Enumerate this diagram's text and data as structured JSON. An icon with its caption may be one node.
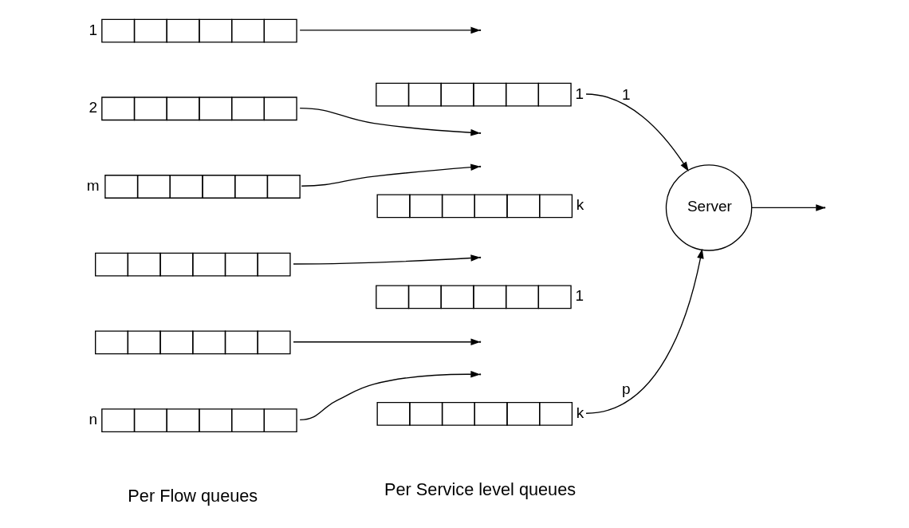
{
  "diagram": {
    "nodes": [
      {
        "text": [],
        "shape": "box",
        "beside": [
          "1"
        ]
      },
      {
        "text": [],
        "shape": "box",
        "beside": [
          "2"
        ]
      },
      {
        "text": [],
        "shape": "box",
        "beside": [
          "m"
        ]
      },
      {
        "text": [],
        "shape": "box",
        "beside": [
          "1"
        ]
      },
      {
        "text": [],
        "shape": "box",
        "beside": [
          "k"
        ]
      },
      {
        "text": [
          "Server"
        ]
      },
      {
        "text": [],
        "shape": "box"
      },
      {
        "text": [],
        "shape": "box"
      },
      {
        "text": [],
        "shape": "box",
        "beside": [
          "n"
        ]
      },
      {
        "text": [],
        "shape": "box",
        "beside": [
          "1"
        ]
      },
      {
        "text": [],
        "shape": "box",
        "beside": [
          "k"
        ]
      }
    ],
    "edges": [
      {
        "from": 0,
        "to": null,
        "arrow": "to"
      },
      {
        "from": 1,
        "to": null,
        "arrow": "to"
      },
      {
        "from": 2,
        "to": null,
        "arrow": "to"
      },
      {
        "from": 3,
        "to": 5,
        "arrow": "to",
        "label": "1"
      },
      {
        "from": 6,
        "to": null,
        "arrow": "to"
      },
      {
        "from": 7,
        "to": null,
        "arrow": "to"
      },
      {
        "from": 8,
        "to": null,
        "arrow": "to"
      },
      {
        "from": 10,
        "to": 5,
        "arrow": "to",
        "label": "p"
      },
      {
        "from": 5,
        "to": null,
        "arrow": "to"
      }
    ],
    "labels": [
      "Per Service level queues",
      "Per Flow queues"
    ]
  }
}
